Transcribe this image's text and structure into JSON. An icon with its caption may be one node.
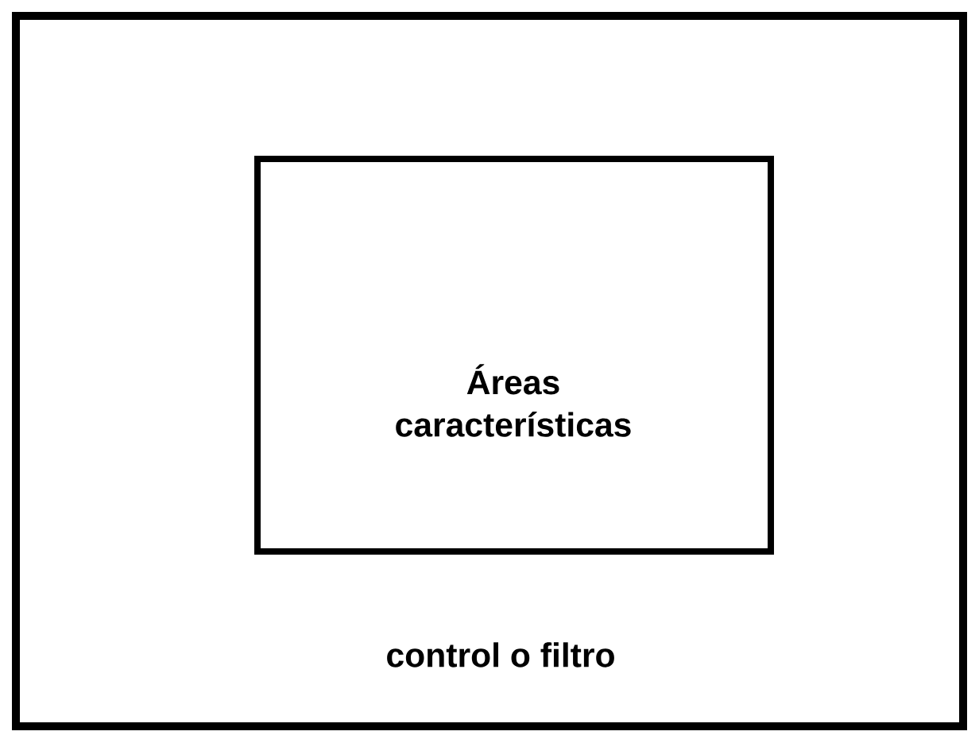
{
  "diagram": {
    "nodes": [
      {
        "text": [
          "control o filtro"
        ]
      },
      {
        "text": [
          "Áreas características"
        ],
        "in": 0
      }
    ]
  }
}
